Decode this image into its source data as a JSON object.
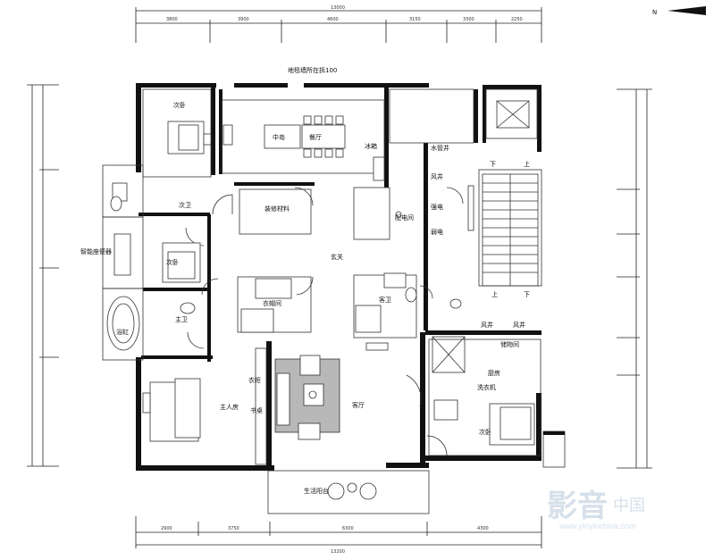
{
  "compass": {
    "label": "N"
  },
  "dimensions": {
    "top_overall": "13000",
    "top_segments": [
      "3800",
      "3900",
      "4600",
      "3150",
      "3300",
      "2250"
    ],
    "bottom_overall": "13200",
    "bottom_segments": [
      "2900",
      "3750",
      "6300",
      "4300"
    ]
  },
  "rooms": {
    "note_top": "地毯墙所在拆100",
    "island": "中岛",
    "dining": "餐厅",
    "fridge": "冰箱",
    "bedroom_a": "次卧",
    "bath_a": "次卫",
    "utility": "装修材料",
    "smart_toilet": "智能座便器",
    "bedroom_b": "次卧",
    "main_bath": "主卫",
    "bathtub": "浴缸",
    "foyer": "玄关",
    "powder": "客卫",
    "cloak": "衣帽间",
    "water_well": "水管井",
    "wind_well_a": "风井",
    "elec_a": "强电",
    "elec_b": "弱电",
    "elec_room": "配电间",
    "stair_up": "上",
    "stair_down": "下",
    "stair_down2": "下",
    "stair_up2": "上",
    "wind_well_b": "风井",
    "wind_well_c": "风井",
    "shoe": "储物间",
    "kitchen_small": "厨房",
    "master": "主人房",
    "wardrobe": "衣柜",
    "study": "书桌",
    "living": "客厅",
    "bedroom_c": "次卧",
    "laundry": "洗衣机",
    "balcony": "生活阳台"
  },
  "watermark": {
    "main": "影音",
    "sub": "中国",
    "url": "www.yinyinchina.com"
  }
}
